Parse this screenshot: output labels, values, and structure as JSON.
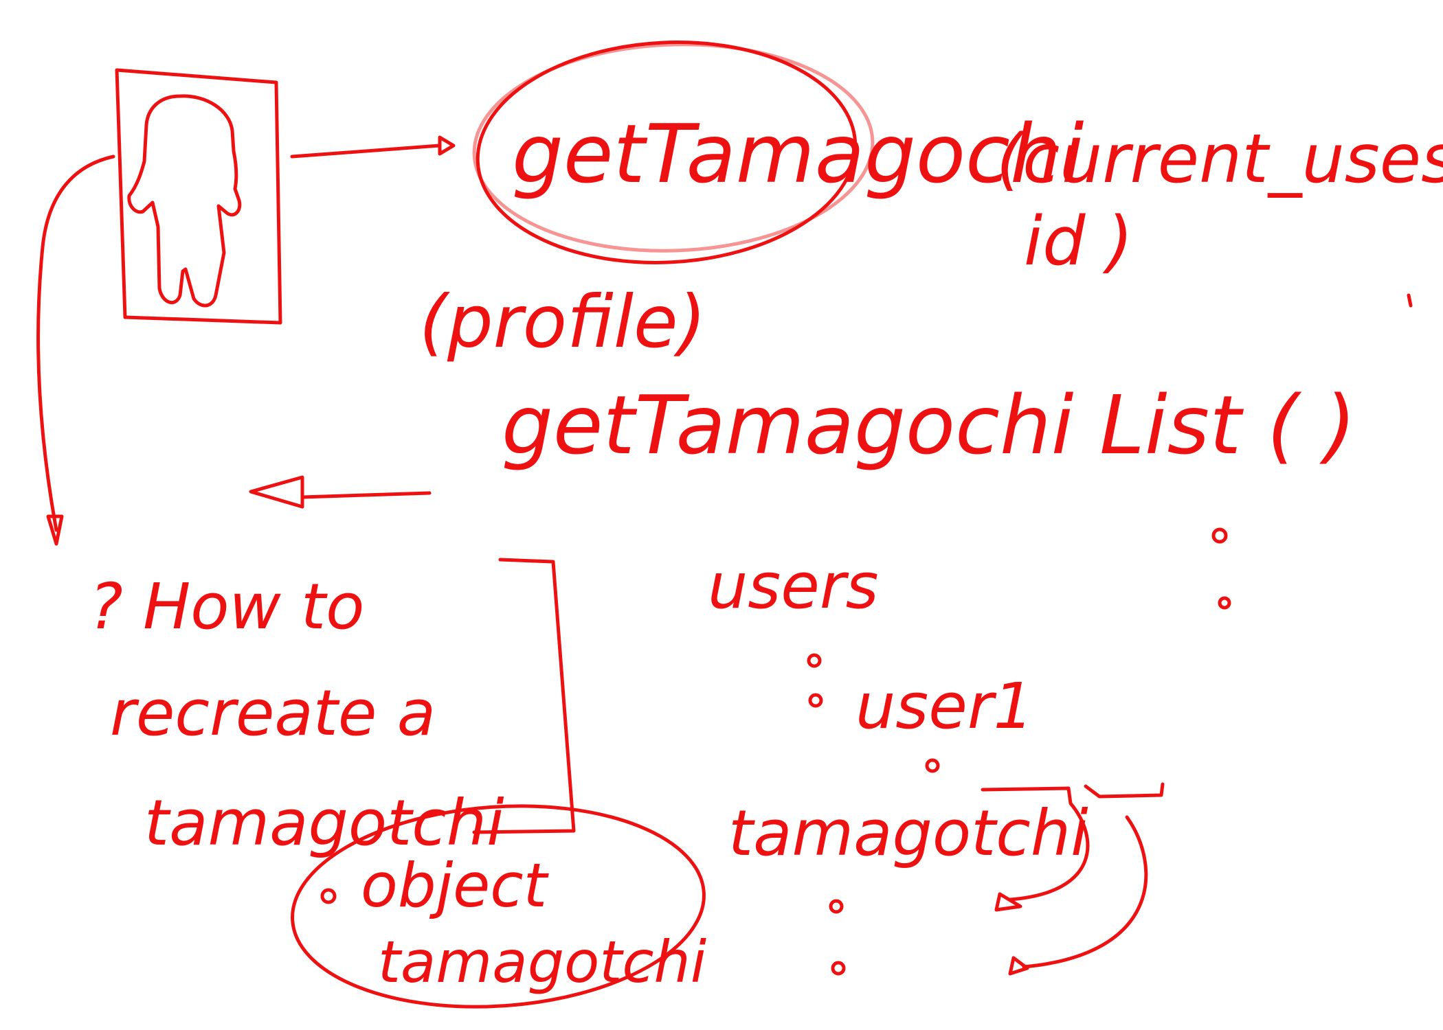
{
  "ink_color": "#ee1111",
  "background": "#ffffff",
  "icons": [
    "profile-figure-icon"
  ],
  "labels": {
    "get_tamagochi": "getTamagochi",
    "params": "(current_uses,",
    "params_id": "id )",
    "profile": "(profile)",
    "get_list": "getTamagochi List ( )",
    "question": "? How to",
    "question_2": "recreate a",
    "question_3": "tamagotchi",
    "object_1": "object",
    "object_2": "tamagotchi",
    "users": "users",
    "user1": "user1",
    "tamagotchi": "tamagotchi"
  }
}
